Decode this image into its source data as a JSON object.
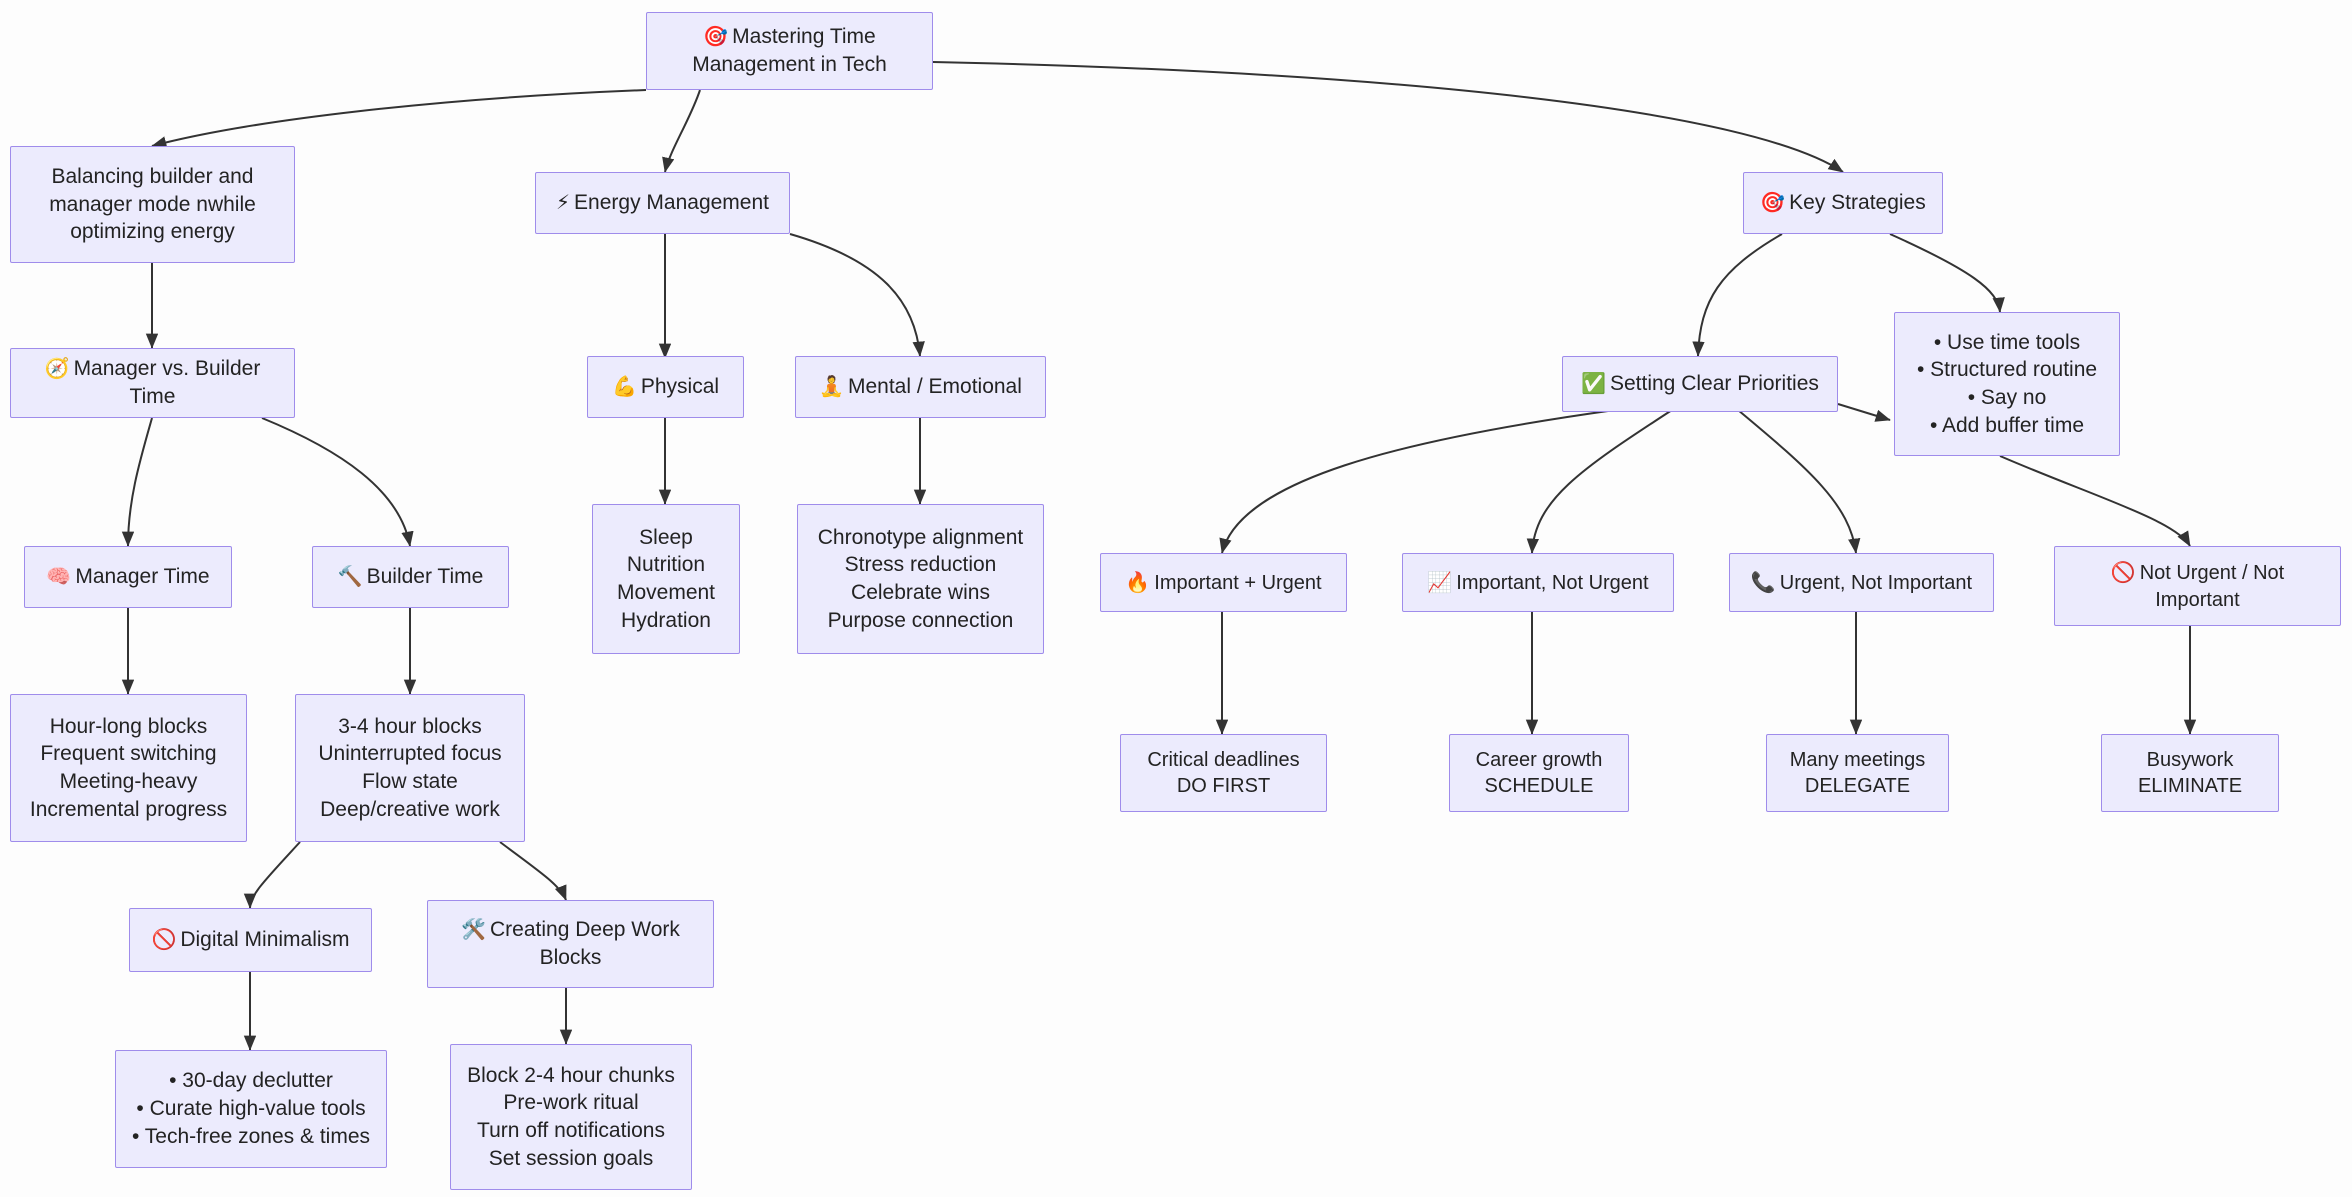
{
  "diagram": {
    "title": "Mastering Time Management in Tech",
    "type": "flowchart",
    "direction": "top-down",
    "colors": {
      "node_fill": "#ecebfd",
      "node_border": "#9f8ceb",
      "edge_stroke": "#333333",
      "text": "#232323",
      "background": "#fdfdfd"
    }
  },
  "nodes": {
    "root": {
      "icon": "dart-icon",
      "emoji": "🎯",
      "line1": "Mastering Time",
      "line2": "Management in Tech"
    },
    "balancing": {
      "line1": "Balancing builder and",
      "line2": "manager mode nwhile",
      "line3": "optimizing energy"
    },
    "manager_vs_builder": {
      "icon": "compass-icon",
      "emoji": "🧭",
      "line1": "Manager vs. Builder",
      "line2": "Time"
    },
    "manager_time": {
      "icon": "brain-icon",
      "emoji": "🧠",
      "label": "Manager Time"
    },
    "builder_time": {
      "icon": "hammer-icon",
      "emoji": "🔨",
      "label": "Builder Time"
    },
    "manager_details": {
      "line1": "Hour-long blocks",
      "line2": "Frequent switching",
      "line3": "Meeting-heavy",
      "line4": "Incremental progress"
    },
    "builder_details": {
      "line1": "3-4 hour blocks",
      "line2": "Uninterrupted focus",
      "line3": "Flow state",
      "line4": "Deep/creative work"
    },
    "digital_minimalism": {
      "icon": "prohibited-icon",
      "emoji": "🚫",
      "label": "Digital Minimalism"
    },
    "digital_minimalism_details": {
      "line1": "• 30-day declutter",
      "line2": "• Curate high-value tools",
      "line3": "• Tech-free zones & times"
    },
    "deep_work_blocks": {
      "icon": "hammer-and-wrench-icon",
      "emoji": "🛠️",
      "line1": "Creating Deep Work",
      "line2": "Blocks"
    },
    "deep_work_details": {
      "line1": "Block 2-4 hour chunks",
      "line2": "Pre-work ritual",
      "line3": "Turn off notifications",
      "line4": "Set session goals"
    },
    "energy_management": {
      "icon": "lightning-icon",
      "emoji": "⚡",
      "label": "Energy Management"
    },
    "physical": {
      "icon": "flexed-biceps-icon",
      "emoji": "💪",
      "label": "Physical"
    },
    "mental_emotional": {
      "icon": "meditation-icon",
      "emoji": "🧘",
      "label": "Mental / Emotional"
    },
    "physical_details": {
      "line1": "Sleep",
      "line2": "Nutrition",
      "line3": "Movement",
      "line4": "Hydration"
    },
    "mental_details": {
      "line1": "Chronotype alignment",
      "line2": "Stress reduction",
      "line3": "Celebrate wins",
      "line4": "Purpose connection"
    },
    "key_strategies": {
      "icon": "dart-icon",
      "emoji": "🎯",
      "label": "Key Strategies"
    },
    "strategy_bullets": {
      "line1": "• Use time tools",
      "line2": "• Structured routine",
      "line3": "• Say no",
      "line4": "• Add buffer time"
    },
    "setting_clear_priorities": {
      "icon": "check-mark-button-icon",
      "emoji": "✅",
      "label": "Setting Clear Priorities"
    },
    "important_urgent": {
      "icon": "fire-icon",
      "emoji": "🔥",
      "label": "Important + Urgent"
    },
    "important_not_urgent": {
      "icon": "chart-increasing-icon",
      "emoji": "📈",
      "label": "Important, Not Urgent"
    },
    "urgent_not_important": {
      "icon": "telephone-icon",
      "emoji": "📞",
      "label": "Urgent, Not Important"
    },
    "not_urgent_not_important": {
      "icon": "prohibited-icon",
      "emoji": "🚫",
      "line1": "Not Urgent / Not",
      "line2": "Important"
    },
    "do_first": {
      "line1": "Critical deadlines",
      "line2": "DO FIRST"
    },
    "schedule": {
      "line1": "Career growth",
      "line2": "SCHEDULE"
    },
    "delegate": {
      "line1": "Many meetings",
      "line2": "DELEGATE"
    },
    "eliminate": {
      "line1": "Busywork",
      "line2": "ELIMINATE"
    }
  },
  "edges": [
    {
      "from": "root",
      "to": "balancing"
    },
    {
      "from": "root",
      "to": "energy_management"
    },
    {
      "from": "root",
      "to": "key_strategies"
    },
    {
      "from": "balancing",
      "to": "manager_vs_builder"
    },
    {
      "from": "manager_vs_builder",
      "to": "manager_time"
    },
    {
      "from": "manager_vs_builder",
      "to": "builder_time"
    },
    {
      "from": "manager_time",
      "to": "manager_details"
    },
    {
      "from": "builder_time",
      "to": "builder_details"
    },
    {
      "from": "builder_details",
      "to": "digital_minimalism"
    },
    {
      "from": "builder_details",
      "to": "deep_work_blocks"
    },
    {
      "from": "digital_minimalism",
      "to": "digital_minimalism_details"
    },
    {
      "from": "deep_work_blocks",
      "to": "deep_work_details"
    },
    {
      "from": "energy_management",
      "to": "physical"
    },
    {
      "from": "energy_management",
      "to": "mental_emotional"
    },
    {
      "from": "physical",
      "to": "physical_details"
    },
    {
      "from": "mental_emotional",
      "to": "mental_details"
    },
    {
      "from": "key_strategies",
      "to": "setting_clear_priorities"
    },
    {
      "from": "key_strategies",
      "to": "strategy_bullets"
    },
    {
      "from": "setting_clear_priorities",
      "to": "important_urgent"
    },
    {
      "from": "setting_clear_priorities",
      "to": "important_not_urgent"
    },
    {
      "from": "setting_clear_priorities",
      "to": "urgent_not_important"
    },
    {
      "from": "setting_clear_priorities",
      "to": "strategy_bullets"
    },
    {
      "from": "strategy_bullets",
      "to": "not_urgent_not_important"
    },
    {
      "from": "important_urgent",
      "to": "do_first"
    },
    {
      "from": "important_not_urgent",
      "to": "schedule"
    },
    {
      "from": "urgent_not_important",
      "to": "delegate"
    },
    {
      "from": "not_urgent_not_important",
      "to": "eliminate"
    }
  ]
}
